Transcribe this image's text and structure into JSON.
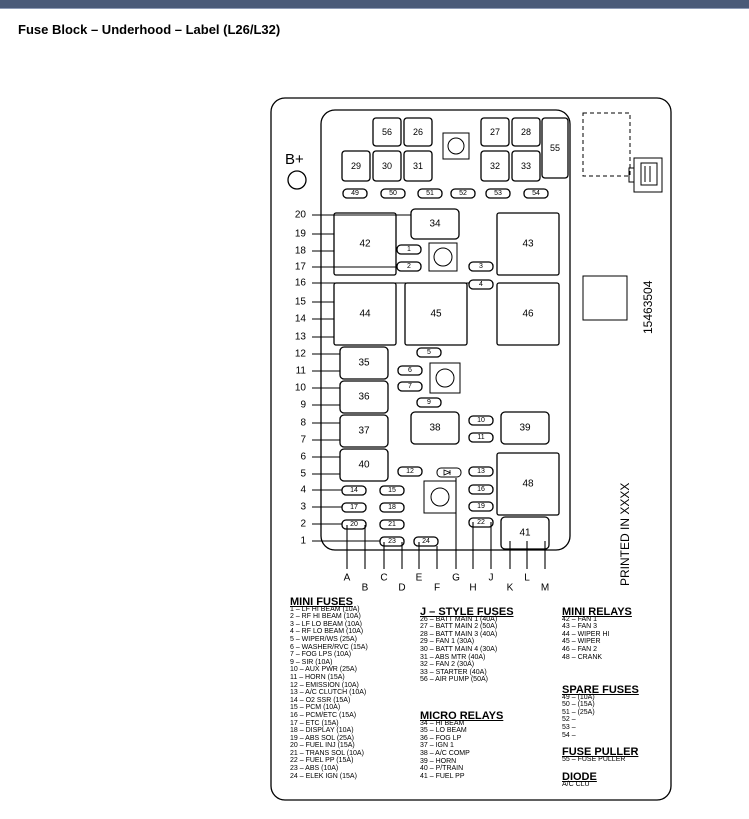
{
  "page_title": "Fuse Block – Underhood – Label (L26/L32)",
  "battery_label": "B+",
  "part_number": "15463504",
  "printed_in": "PRINTED IN XXXX",
  "colors": {
    "header_bar": "#4a5a78",
    "line": "#000000",
    "background": "#ffffff"
  },
  "big_relays": [
    "42",
    "43",
    "44",
    "45",
    "46",
    "48"
  ],
  "med_relays": [
    "34",
    "35",
    "36",
    "37",
    "38",
    "39",
    "40",
    "41"
  ],
  "jcase_top": [
    "56",
    "26",
    "27",
    "28",
    "29",
    "30",
    "31",
    "32",
    "33",
    "55"
  ],
  "mini_top_row": [
    "49",
    "50",
    "51",
    "52",
    "53",
    "54"
  ],
  "small_fuses": [
    "1",
    "2",
    "3",
    "4",
    "5",
    "6",
    "7",
    "9",
    "10",
    "11",
    "12",
    "13",
    "14",
    "15",
    "16",
    "17",
    "18",
    "19",
    "20",
    "21",
    "22",
    "23",
    "24"
  ],
  "left_callouts": [
    "20",
    "19",
    "18",
    "17",
    "16",
    "15",
    "14",
    "13",
    "12",
    "11",
    "10",
    "9",
    "8",
    "7",
    "6",
    "5",
    "4",
    "3",
    "2",
    "1"
  ],
  "bottom_callouts": [
    "A",
    "B",
    "C",
    "D",
    "E",
    "F",
    "G",
    "H",
    "J",
    "K",
    "L",
    "M"
  ],
  "legend": {
    "mini_fuses": {
      "title": "MINI FUSES",
      "items": [
        "1 – LF HI BEAM (10A)",
        "2 – RF HI BEAM (10A)",
        "3 – LF LO BEAM (10A)",
        "4 – RF LO BEAM (10A)",
        "5 – WIPER/WS (25A)",
        "6 – WASHER/RVC (15A)",
        "7 – FOG LPS (10A)",
        "9 – SIR (10A)",
        "10 – AUX PWR (25A)",
        "11 – HORN (15A)",
        "12 – EMISSION (10A)",
        "13 – A/C CLUTCH (10A)",
        "14 – O2 SSR (15A)",
        "15 – PCM (10A)",
        "16 – PCM/ETC (15A)",
        "17 – ETC (15A)",
        "18 – DISPLAY (10A)",
        "19 – ABS SOL (25A)",
        "20 – FUEL INJ (15A)",
        "21 – TRANS SOL (10A)",
        "22 – FUEL PP (15A)",
        "23 – ABS (10A)",
        "24 – ELEK IGN (15A)"
      ]
    },
    "j_style": {
      "title": "J – STYLE FUSES",
      "items": [
        "26 – BATT MAIN 1 (40A)",
        "27 – BATT MAIN 2 (50A)",
        "28 – BATT MAIN 3 (40A)",
        "29 – FAN 1 (30A)",
        "30 – BATT MAIN 4 (30A)",
        "31 – ABS MTR (40A)",
        "32 – FAN 2 (30A)",
        "33 – STARTER (40A)",
        "56 – AIR PUMP (50A)"
      ]
    },
    "micro_relays": {
      "title": "MICRO RELAYS",
      "items": [
        "34 – HI BEAM",
        "35 – LO BEAM",
        "36 – FOG LP",
        "37 – IGN 1",
        "38 – A/C COMP",
        "39 – HORN",
        "40 – P/TRAIN",
        "41 – FUEL PP"
      ]
    },
    "mini_relays": {
      "title": "MINI RELAYS",
      "items": [
        "42 – FAN 1",
        "43 – FAN 3",
        "44 – WIPER HI",
        "45 – WIPER",
        "46 – FAN 2",
        "48 – CRANK"
      ]
    },
    "spare_fuses": {
      "title": "SPARE FUSES",
      "items": [
        "49 – (10A)",
        "50 – (15A)",
        "51 – (25A)",
        "52 –",
        "53 –",
        "54 –"
      ]
    },
    "fuse_puller": {
      "title": "FUSE PULLER",
      "items": [
        "55 – FUSE PULLER"
      ]
    },
    "diode": {
      "title": "DIODE",
      "items": [
        "A/C CLU"
      ]
    }
  }
}
